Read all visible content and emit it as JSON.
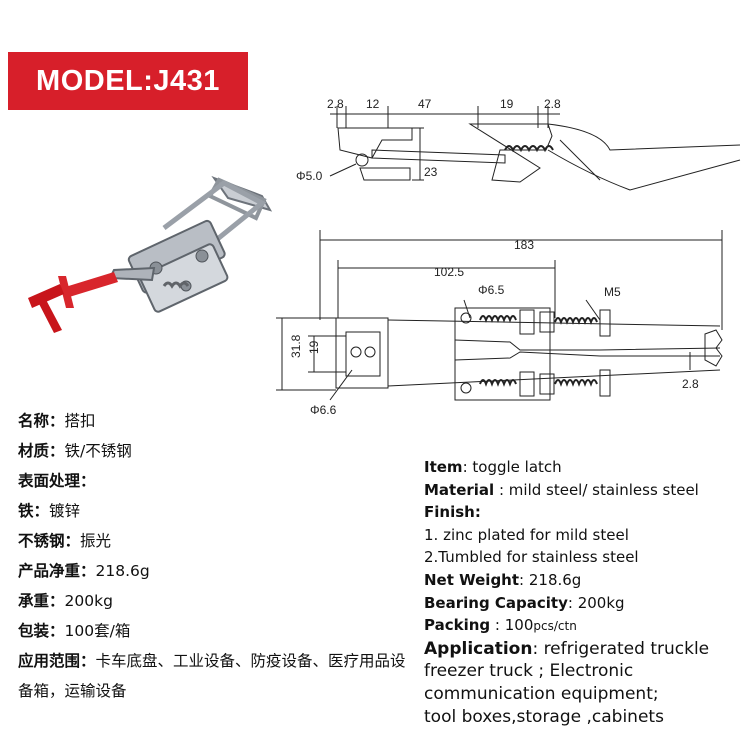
{
  "banner": {
    "model": "MODEL:J431"
  },
  "drawing_dims": {
    "top": [
      "2.8",
      "12",
      "47",
      "19",
      "2.8",
      "Φ5.0",
      "23"
    ],
    "bottom": [
      "183",
      "102.5",
      "Φ6.5",
      "M5",
      "31.8",
      "19",
      "2.8",
      "Φ6.6"
    ]
  },
  "spec_cn": {
    "name_label": "名称：",
    "name_value": "搭扣",
    "material_label": "材质：",
    "material_value": "铁/不锈钢",
    "finish_label": "表面处理：",
    "iron_label": "铁：",
    "iron_value": "镀锌",
    "stainless_label": "不锈钢：",
    "stainless_value": "振光",
    "weight_label": "产品净重：",
    "weight_value": "218.6g",
    "load_label": "承重：",
    "load_value": "200kg",
    "packing_label": "包装：",
    "packing_value": "100套/箱",
    "app_label": "应用范围：",
    "app_value": "卡车底盘、工业设备、防疫设备、医疗用品设备箱，运输设备"
  },
  "spec_en": {
    "item_label": "Item",
    "item_value": ": toggle latch",
    "material_label": "Material",
    "material_value": " : mild steel/ stainless steel",
    "finish_label": "Finish:",
    "finish_1": "1. zinc plated for mild steel",
    "finish_2": "2.Tumbled for stainless steel",
    "weight_label": "Net Weight",
    "weight_value": ": 218.6g",
    "bearing_label": "Bearing Capacity",
    "bearing_value": ": 200kg",
    "packing_label": "Packing",
    "packing_value": " : 100",
    "packing_unit": "pcs/ctn",
    "app_label": "Application",
    "app_value": ": refrigerated truckle",
    "app_2": "freezer truck ; Electronic",
    "app_3": "communication equipment;",
    "app_4": "tool boxes,storage ,cabinets"
  }
}
